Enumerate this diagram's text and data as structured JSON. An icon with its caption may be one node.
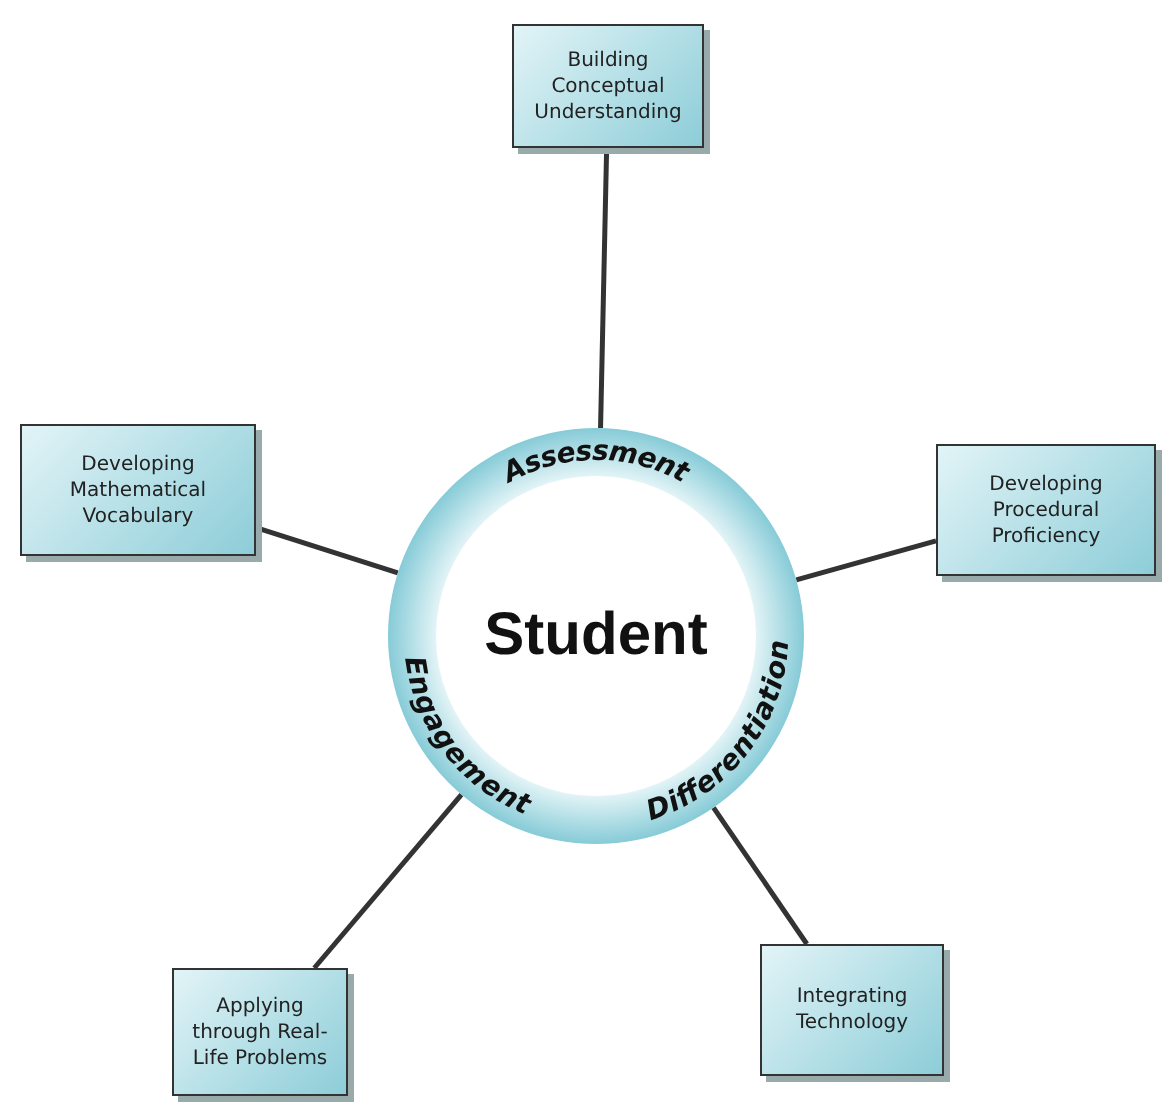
{
  "diagram": {
    "nodes": [
      {
        "text": [
          "Assessment",
          "Student",
          "Engagement",
          "Differentiation"
        ]
      },
      {
        "text": [
          "Building Conceptual Understanding"
        ]
      },
      {
        "text": [
          "Developing Mathematical Vocabulary"
        ]
      },
      {
        "text": [
          "Developing Procedural Proficiency"
        ]
      },
      {
        "text": [
          "Applying through Real-Life Problems"
        ]
      },
      {
        "text": [
          "Integrating Technology"
        ]
      }
    ],
    "edges": [
      {
        "from": 0,
        "to": 1,
        "arrow": "none"
      },
      {
        "from": 0,
        "to": 2,
        "arrow": "none"
      },
      {
        "from": 0,
        "to": 3,
        "arrow": "none"
      },
      {
        "from": 0,
        "to": 4,
        "arrow": "none"
      },
      {
        "from": 0,
        "to": 5,
        "arrow": "none"
      }
    ]
  }
}
